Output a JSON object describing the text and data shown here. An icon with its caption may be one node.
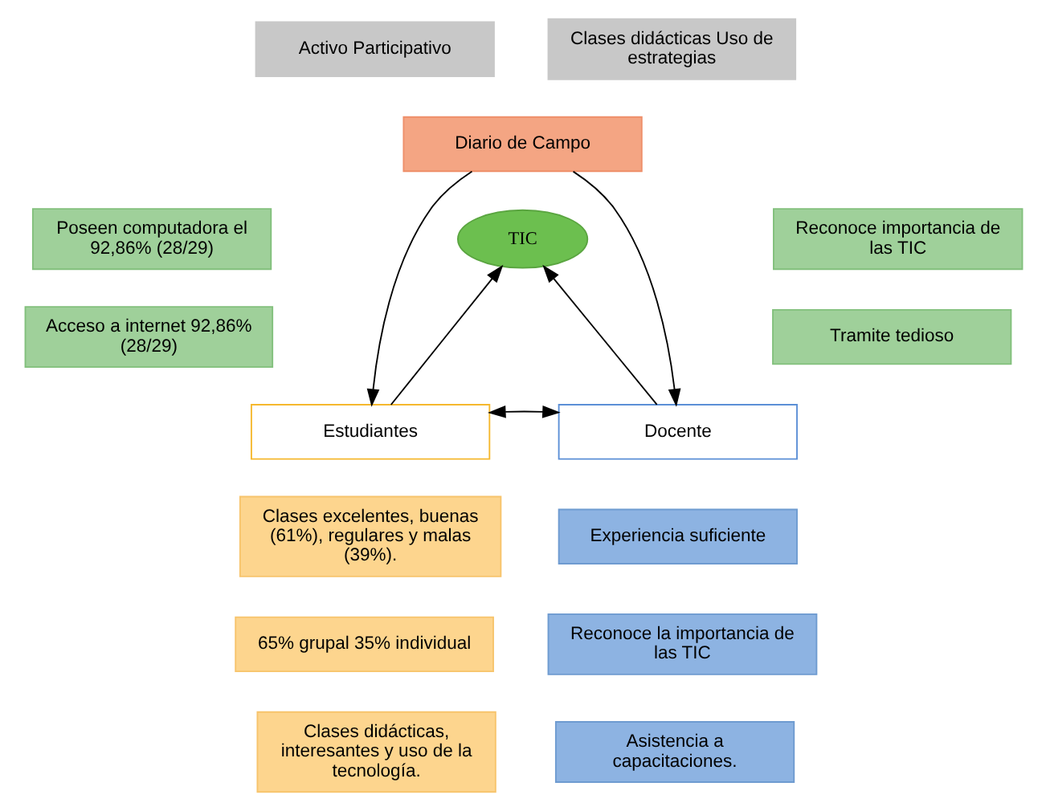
{
  "diagram": {
    "nodes": [
      {
        "text": [
          "Activo Participativo"
        ]
      },
      {
        "text": [
          "Clases didácticas Uso de estrategias"
        ]
      },
      {
        "text": [
          "Diario de Campo"
        ]
      },
      {
        "text": [
          "Poseen computadora el 92,86% (28/29)"
        ]
      },
      {
        "text": [
          "Reconoce importancia de las TIC"
        ]
      },
      {
        "text": [
          "TIC"
        ]
      },
      {
        "text": [
          "Acceso a internet 92,86% (28/29)"
        ]
      },
      {
        "text": [
          "Tramite tedioso"
        ]
      },
      {
        "text": [
          "Estudiantes"
        ]
      },
      {
        "text": [
          "Docente"
        ]
      },
      {
        "text": [
          "Clases excelentes, buenas (61%), regulares y malas (39%)."
        ]
      },
      {
        "text": [
          "Experiencia suficiente"
        ]
      },
      {
        "text": [
          "65% grupal 35% individual"
        ]
      },
      {
        "text": [
          "Reconoce la importancia de las TIC"
        ]
      },
      {
        "text": [
          "Clases didácticas, interesantes y uso de la tecnología."
        ]
      },
      {
        "text": [
          "Asistencia a capacitaciones."
        ]
      }
    ],
    "edges": [
      {
        "from": 2,
        "to": 8,
        "arrow": "to"
      },
      {
        "from": 2,
        "to": 9,
        "arrow": "to"
      },
      {
        "from": 8,
        "to": 5,
        "arrow": "to"
      },
      {
        "from": 9,
        "to": 5,
        "arrow": "to"
      },
      {
        "from": 8,
        "to": 9,
        "arrow": "both"
      }
    ]
  }
}
